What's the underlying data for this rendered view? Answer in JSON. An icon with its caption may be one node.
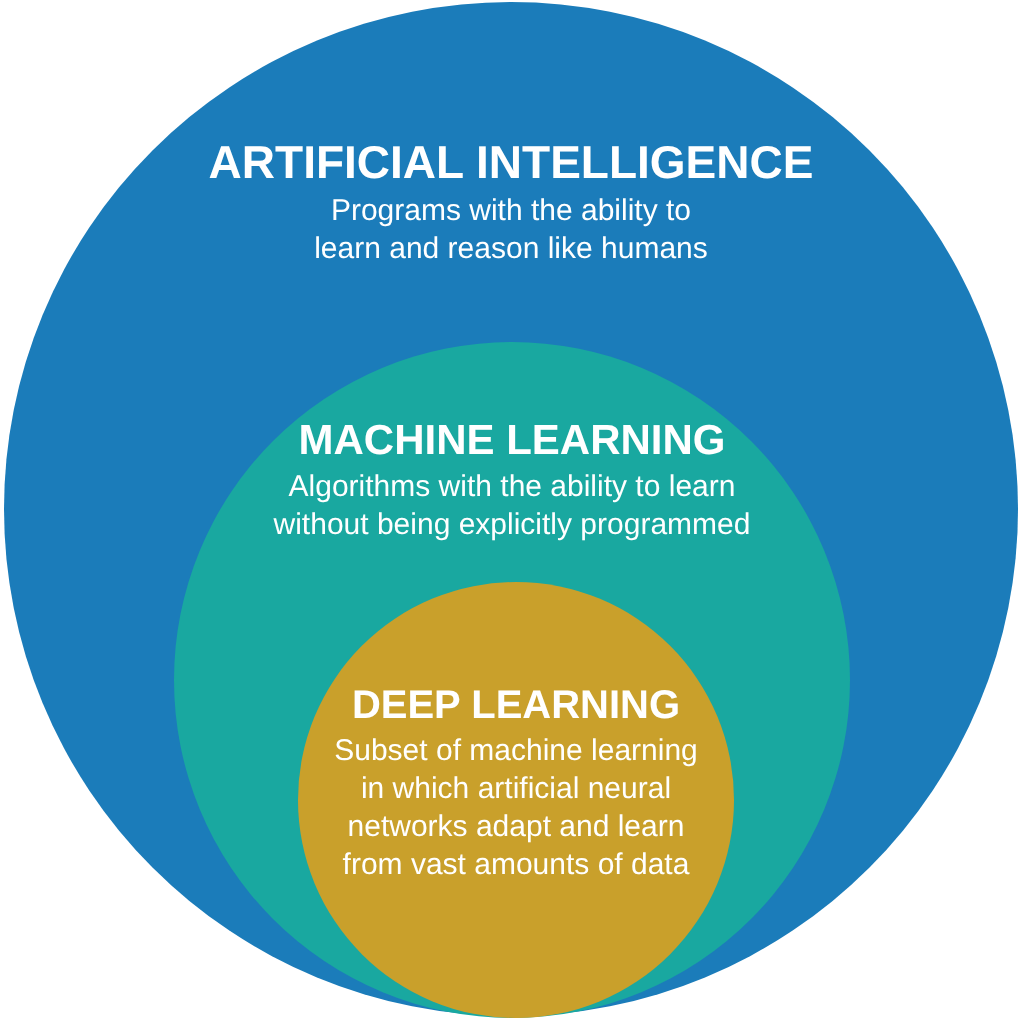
{
  "diagram": {
    "nodes": [
      {
        "text": [
          "ARTIFICIAL INTELLIGENCE",
          "Programs with the ability to learn and reason like humans"
        ]
      },
      {
        "text": [
          "MACHINE LEARNING",
          "Algorithms with the ability to learn without being explicitly programmed"
        ],
        "in": 0
      },
      {
        "text": [
          "DEEP LEARNING",
          "Subset of machine learning in which artificial neural networks adapt and learn from vast amounts of data"
        ],
        "in": 1
      }
    ]
  }
}
